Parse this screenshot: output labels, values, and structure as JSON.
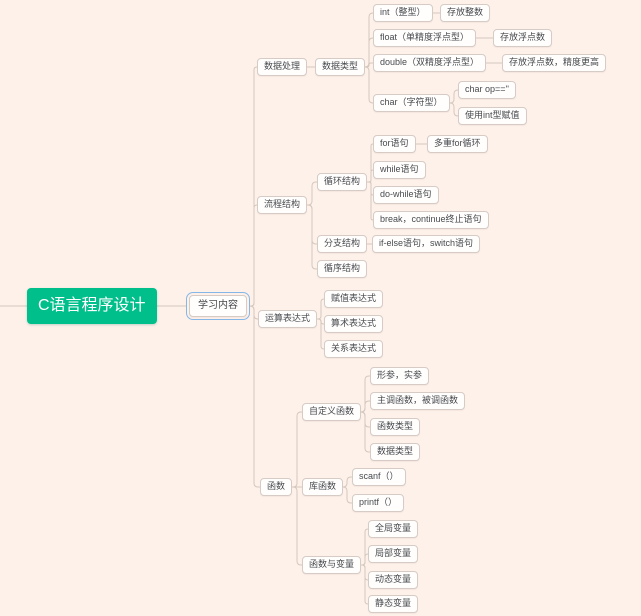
{
  "palette": {
    "background": "#fdf1ea",
    "node_fill": "#fffefd",
    "node_border": "#d6ccc5",
    "node_text": "#474a4e",
    "line": "#d4c8be",
    "root_fill": "#00bf8b",
    "root_text": "#ffffff",
    "selection": "#84b7e8"
  },
  "mindmap": {
    "title": "C语言程序设计",
    "nodes": [
      {
        "id": "root",
        "label": "C语言程序设计",
        "kind": "root"
      },
      {
        "id": "study",
        "label": "学习内容",
        "kind": "selected"
      },
      {
        "id": "data_proc",
        "label": "数据处理",
        "kind": "normal"
      },
      {
        "id": "data_type",
        "label": "数据类型",
        "kind": "normal"
      },
      {
        "id": "int_t",
        "label": "int（整型）",
        "kind": "normal"
      },
      {
        "id": "store_int",
        "label": "存放整数",
        "kind": "normal"
      },
      {
        "id": "float_t",
        "label": "float（单精度浮点型）",
        "kind": "normal"
      },
      {
        "id": "store_float",
        "label": "存放浮点数",
        "kind": "normal"
      },
      {
        "id": "double_t",
        "label": "double（双精度浮点型）",
        "kind": "normal"
      },
      {
        "id": "store_float_hi",
        "label": "存放浮点数，精度更高",
        "kind": "normal"
      },
      {
        "id": "char_t",
        "label": "char（字符型）",
        "kind": "normal"
      },
      {
        "id": "char_op",
        "label": "char op==''",
        "kind": "normal"
      },
      {
        "id": "use_int",
        "label": "使用int型赋值",
        "kind": "normal"
      },
      {
        "id": "flow",
        "label": "流程结构",
        "kind": "normal"
      },
      {
        "id": "loop",
        "label": "循环结构",
        "kind": "normal"
      },
      {
        "id": "for_s",
        "label": "for语句",
        "kind": "normal"
      },
      {
        "id": "multi_for",
        "label": "多重for循环",
        "kind": "normal"
      },
      {
        "id": "while_s",
        "label": "while语句",
        "kind": "normal"
      },
      {
        "id": "dowhile_s",
        "label": "do-while语句",
        "kind": "normal"
      },
      {
        "id": "break_s",
        "label": "break，continue终止语句",
        "kind": "normal"
      },
      {
        "id": "branch",
        "label": "分支结构",
        "kind": "normal"
      },
      {
        "id": "ifelse",
        "label": "if-else语句，switch语句",
        "kind": "normal"
      },
      {
        "id": "seq",
        "label": "循序结构",
        "kind": "normal"
      },
      {
        "id": "expr",
        "label": "运算表达式",
        "kind": "normal"
      },
      {
        "id": "assign_e",
        "label": "赋值表达式",
        "kind": "normal"
      },
      {
        "id": "arith_e",
        "label": "算术表达式",
        "kind": "normal"
      },
      {
        "id": "rel_e",
        "label": "关系表达式",
        "kind": "normal"
      },
      {
        "id": "func",
        "label": "函数",
        "kind": "normal"
      },
      {
        "id": "custom_f",
        "label": "自定义函数",
        "kind": "normal"
      },
      {
        "id": "params",
        "label": "形参，实参",
        "kind": "normal"
      },
      {
        "id": "caller",
        "label": "主调函数，被调函数",
        "kind": "normal"
      },
      {
        "id": "func_type",
        "label": "函数类型",
        "kind": "normal"
      },
      {
        "id": "data_type2",
        "label": "数据类型",
        "kind": "normal"
      },
      {
        "id": "lib_f",
        "label": "库函数",
        "kind": "normal"
      },
      {
        "id": "scanf_f",
        "label": "scanf（）",
        "kind": "normal"
      },
      {
        "id": "printf_f",
        "label": "printf（）",
        "kind": "normal"
      },
      {
        "id": "func_var",
        "label": "函数与变量",
        "kind": "normal"
      },
      {
        "id": "global_v",
        "label": "全局变量",
        "kind": "normal"
      },
      {
        "id": "local_v",
        "label": "局部变量",
        "kind": "normal"
      },
      {
        "id": "dynamic_v",
        "label": "动态变量",
        "kind": "normal"
      },
      {
        "id": "static_v",
        "label": "静态变量",
        "kind": "normal"
      }
    ],
    "edges": [
      [
        "root",
        "study"
      ],
      [
        "study",
        "data_proc"
      ],
      [
        "study",
        "flow"
      ],
      [
        "study",
        "expr"
      ],
      [
        "study",
        "func"
      ],
      [
        "data_proc",
        "data_type"
      ],
      [
        "data_type",
        "int_t"
      ],
      [
        "data_type",
        "float_t"
      ],
      [
        "data_type",
        "double_t"
      ],
      [
        "data_type",
        "char_t"
      ],
      [
        "int_t",
        "store_int"
      ],
      [
        "float_t",
        "store_float"
      ],
      [
        "double_t",
        "store_float_hi"
      ],
      [
        "char_t",
        "char_op"
      ],
      [
        "char_t",
        "use_int"
      ],
      [
        "flow",
        "loop"
      ],
      [
        "flow",
        "branch"
      ],
      [
        "flow",
        "seq"
      ],
      [
        "loop",
        "for_s"
      ],
      [
        "loop",
        "while_s"
      ],
      [
        "loop",
        "dowhile_s"
      ],
      [
        "loop",
        "break_s"
      ],
      [
        "for_s",
        "multi_for"
      ],
      [
        "branch",
        "ifelse"
      ],
      [
        "expr",
        "assign_e"
      ],
      [
        "expr",
        "arith_e"
      ],
      [
        "expr",
        "rel_e"
      ],
      [
        "func",
        "custom_f"
      ],
      [
        "func",
        "lib_f"
      ],
      [
        "func",
        "func_var"
      ],
      [
        "custom_f",
        "params"
      ],
      [
        "custom_f",
        "caller"
      ],
      [
        "custom_f",
        "func_type"
      ],
      [
        "custom_f",
        "data_type2"
      ],
      [
        "lib_f",
        "scanf_f"
      ],
      [
        "lib_f",
        "printf_f"
      ],
      [
        "func_var",
        "global_v"
      ],
      [
        "func_var",
        "local_v"
      ],
      [
        "func_var",
        "dynamic_v"
      ],
      [
        "func_var",
        "static_v"
      ]
    ]
  }
}
